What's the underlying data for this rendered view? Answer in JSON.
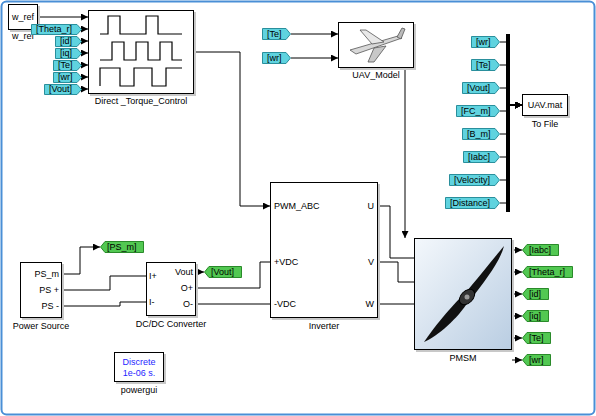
{
  "diagram": {
    "nodes": [
      {
        "text": [
          "w_ref",
          "w_ref"
        ]
      },
      {
        "text": [
          "Direct _Torque_Control"
        ]
      },
      {
        "text": [
          "[Theta_r]"
        ]
      },
      {
        "text": [
          "[id]"
        ]
      },
      {
        "text": [
          "[iq]"
        ]
      },
      {
        "text": [
          "[Te]"
        ]
      },
      {
        "text": [
          "[wr]"
        ]
      },
      {
        "text": [
          "[Vout]"
        ]
      },
      {
        "text": [
          "[Te]"
        ]
      },
      {
        "text": [
          "[wr]"
        ]
      },
      {
        "text": [
          "UAV_Model"
        ]
      },
      {
        "text": [
          "[wr]"
        ]
      },
      {
        "text": [
          "[Te]"
        ]
      },
      {
        "text": [
          "[Vout]"
        ]
      },
      {
        "text": [
          "[FC_m]"
        ]
      },
      {
        "text": [
          "[B_m]"
        ]
      },
      {
        "text": [
          "[Iabc]"
        ]
      },
      {
        "text": [
          "[Velocity]"
        ]
      },
      {
        "text": [
          "[Distance]"
        ]
      },
      {
        "text": [
          "UAV.mat",
          "To File"
        ]
      },
      {
        "text": [
          "PS_m",
          "PS +",
          "PS -",
          "Power Source"
        ]
      },
      {
        "text": [
          "[PS_m]"
        ]
      },
      {
        "text": [
          "I+",
          "I-",
          "Vout",
          "O+",
          "O-",
          "DC/DC Converter"
        ]
      },
      {
        "text": [
          "[Vout]"
        ]
      },
      {
        "text": [
          "PWM_ABC",
          "+VDC",
          "-VDC",
          "U",
          "V",
          "W",
          "Inverter"
        ]
      },
      {
        "text": [
          "PMSM"
        ]
      },
      {
        "text": [
          "[Iabc]"
        ]
      },
      {
        "text": [
          "[Theta_r]"
        ]
      },
      {
        "text": [
          "[id]"
        ]
      },
      {
        "text": [
          "[iq]"
        ]
      },
      {
        "text": [
          "[Te]"
        ]
      },
      {
        "text": [
          "[wr]"
        ]
      },
      {
        "text": [
          "Discrete",
          "1e-06 s.",
          "powergui"
        ]
      }
    ],
    "edges": [
      {
        "from": 0,
        "to": 1,
        "arrow": "to"
      },
      {
        "from": 2,
        "to": 1,
        "arrow": "to"
      },
      {
        "from": 3,
        "to": 1,
        "arrow": "to"
      },
      {
        "from": 4,
        "to": 1,
        "arrow": "to"
      },
      {
        "from": 5,
        "to": 1,
        "arrow": "to"
      },
      {
        "from": 6,
        "to": 1,
        "arrow": "to"
      },
      {
        "from": 7,
        "to": 1,
        "arrow": "to"
      },
      {
        "from": 1,
        "to": 24,
        "arrow": "to"
      },
      {
        "from": 8,
        "to": 10,
        "arrow": "to"
      },
      {
        "from": 9,
        "to": 10,
        "arrow": "to"
      },
      {
        "from": 10,
        "to": 25,
        "arrow": "to"
      },
      {
        "from": 11,
        "to": 19,
        "arrow": "to"
      },
      {
        "from": 12,
        "to": 19,
        "arrow": "to"
      },
      {
        "from": 13,
        "to": 19,
        "arrow": "to"
      },
      {
        "from": 14,
        "to": 19,
        "arrow": "to"
      },
      {
        "from": 15,
        "to": 19,
        "arrow": "to"
      },
      {
        "from": 16,
        "to": 19,
        "arrow": "to"
      },
      {
        "from": 17,
        "to": 19,
        "arrow": "to"
      },
      {
        "from": 18,
        "to": 19,
        "arrow": "to"
      },
      {
        "from": 20,
        "to": 21,
        "arrow": "to"
      },
      {
        "from": 20,
        "to": 22,
        "arrow": "none"
      },
      {
        "from": 20,
        "to": 22,
        "arrow": "none"
      },
      {
        "from": 22,
        "to": 23,
        "arrow": "to"
      },
      {
        "from": 22,
        "to": 24,
        "arrow": "none"
      },
      {
        "from": 22,
        "to": 24,
        "arrow": "none"
      },
      {
        "from": 24,
        "to": 25,
        "arrow": "none"
      },
      {
        "from": 24,
        "to": 25,
        "arrow": "none"
      },
      {
        "from": 24,
        "to": 25,
        "arrow": "none"
      },
      {
        "from": 25,
        "to": 26,
        "arrow": "to"
      },
      {
        "from": 25,
        "to": 27,
        "arrow": "to"
      },
      {
        "from": 25,
        "to": 28,
        "arrow": "to"
      },
      {
        "from": 25,
        "to": 29,
        "arrow": "to"
      },
      {
        "from": 25,
        "to": 30,
        "arrow": "to"
      },
      {
        "from": 25,
        "to": 31,
        "arrow": "to"
      }
    ]
  }
}
